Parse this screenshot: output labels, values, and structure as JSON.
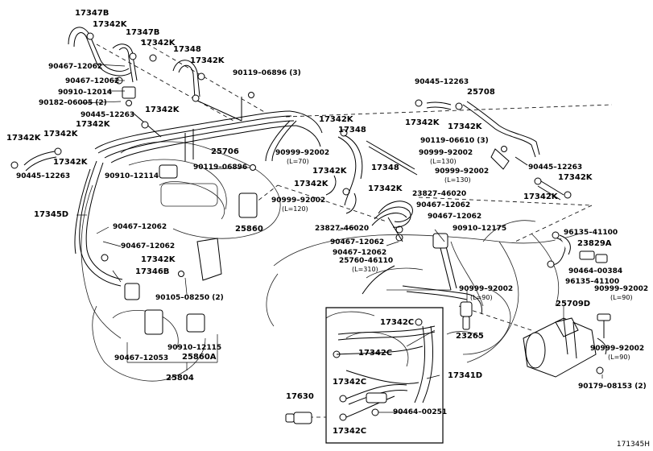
{
  "figure_code": "171345H",
  "labels": {
    "l17347b_a": "17347B",
    "l17342k_a": "17342K",
    "l17347b_b": "17347B",
    "l17342k_b": "17342K",
    "l17348_a": "17348",
    "l17342k_c": "17342K",
    "l90467_12062_a": "90467–12062",
    "l90467_12062_b": "90467–12062",
    "l90910_12014": "90910–12014",
    "l90182_06005": "90182–06005 (2)",
    "l90119_06896_3": "90119–06896 (3)",
    "l17342k_d": "17342K",
    "l90445_12263_a": "90445–12263",
    "l17342k_e": "17342K",
    "l17342k_f": "17342K",
    "l17342k_g": "17342K",
    "l25706": "25706",
    "l17342k_h": "17342K",
    "l90445_12263_b": "90445–12263",
    "l90910_12114": "90910–12114",
    "l90119_06896": "90119–06896",
    "l17345d": "17345D",
    "l90467_12062_c": "90467–12062",
    "l90467_12062_d": "90467–12062",
    "l17342k_i": "17342K",
    "l17346b": "17346B",
    "l25860": "25860",
    "l90105_08250": "90105–08250 (2)",
    "l90910_12115": "90910–12115",
    "l90467_12053": "90467–12053",
    "l25860a": "25860A",
    "l25804": "25804",
    "l17342k_j": "17342K",
    "l17348_b": "17348",
    "l90999_92002_a": "90999–92002",
    "l_l70": "(L=70)",
    "l17342k_k": "17342K",
    "l17348_c": "17348",
    "l17342k_l": "17342K",
    "l17342k_m": "17342K",
    "l90999_92002_b": "90999–92002",
    "l_l120": "(L=120)",
    "l90445_12263_c": "90445–12263",
    "l25708": "25708",
    "l17342k_n": "17342K",
    "l17342k_o": "17342K",
    "l90119_06610_3": "90119–06610 (3)",
    "l90999_92002_c": "90999–92002",
    "l_l130_a": "(L=130)",
    "l90999_92002_d": "90999–92002",
    "l_l130_b": "(L=130)",
    "l90445_12263_d": "90445–12263",
    "l17342k_p": "17342K",
    "l17342k_q": "17342K",
    "l23827_46020_a": "23827–46020",
    "l90467_12062_e": "90467–12062",
    "l90467_12062_f": "90467–12062",
    "l23827_46020_b": "23827–46020",
    "l90910_12175": "90910–12175",
    "l90467_12062_g": "90467–12062",
    "l90467_12062_h": "90467–12062",
    "l96135_41100_a": "96135–41100",
    "l23829a": "23829A",
    "l90464_00384": "90464–00384",
    "l96135_41100_b": "96135–41100",
    "l25760_46110": "25760–46110",
    "l_l310": "(L=310)",
    "l90999_92002_e": "90999–92002",
    "l_l90_a": "(L=90)",
    "l90999_92002_f": "90999–92002",
    "l_l90_b": "(L=90)",
    "l25709d": "25709D",
    "l17342c_a": "17342C",
    "l17342c_b": "17342C",
    "l23265": "23265",
    "l17341d": "17341D",
    "l90999_92002_g": "90999–92002",
    "l_l90_c": "(L=90)",
    "l17630": "17630",
    "l17342c_c": "17342C",
    "l90464_00251": "90464–00251",
    "l17342c_d": "17342C",
    "l90179_08153": "90179–08153 (2)"
  }
}
